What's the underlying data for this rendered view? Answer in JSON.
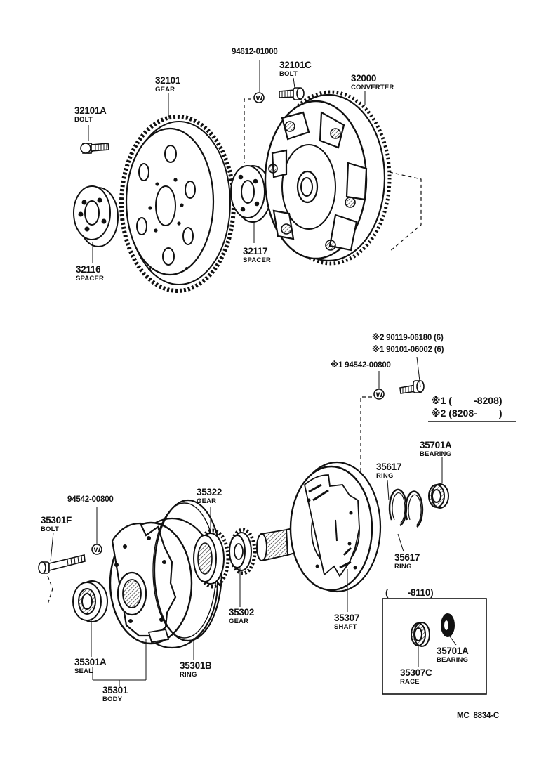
{
  "parts": [
    {
      "id": "32101A",
      "desc": "BOLT"
    },
    {
      "id": "32101",
      "desc": "GEAR"
    },
    {
      "id": "94612-01000",
      "desc": ""
    },
    {
      "id": "32101C",
      "desc": "BOLT"
    },
    {
      "id": "32000",
      "desc": "CONVERTER"
    },
    {
      "id": "32117",
      "desc": "SPACER"
    },
    {
      "id": "32116",
      "desc": "SPACER"
    },
    {
      "id": "35322",
      "desc": "GEAR"
    },
    {
      "id": "94542-00800",
      "desc": ""
    },
    {
      "id": "35301F",
      "desc": "BOLT"
    },
    {
      "id": "35617",
      "desc": "RING"
    },
    {
      "id": "35701A",
      "desc": "BEARING"
    },
    {
      "id": "35617",
      "desc": "RING"
    },
    {
      "id": "35307",
      "desc": "SHAFT"
    },
    {
      "id": "35302",
      "desc": "GEAR"
    },
    {
      "id": "35301A",
      "desc": "SEAL"
    },
    {
      "id": "35301B",
      "desc": "RING"
    },
    {
      "id": "35301",
      "desc": "BODY"
    },
    {
      "id": "35701A",
      "desc": "BEARING"
    },
    {
      "id": "35307C",
      "desc": "RACE"
    }
  ],
  "notes": {
    "n2": "※2 90119-06180 (6)",
    "n1": "※1 90101-06002 (6)",
    "n3": "※1 94542-00800"
  },
  "legend": {
    "l1_mark": "※1",
    "l1_text": "(        -8208)",
    "l2_mark": "※2",
    "l2_text": "(8208-        )"
  },
  "inset": {
    "label": "(        -8110)"
  },
  "diagram_code": "MC  8834-C"
}
